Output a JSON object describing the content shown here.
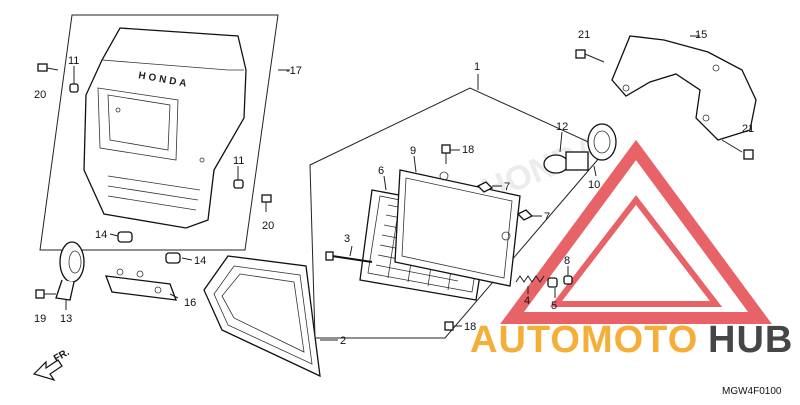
{
  "diagram": {
    "code": "MGW4F0100",
    "direction_label": "FR.",
    "housing_emboss": "HONDA",
    "watermark_wordmark": "HONDA",
    "callouts": [
      {
        "id": "c1",
        "label": "1"
      },
      {
        "id": "c2",
        "label": "2"
      },
      {
        "id": "c3",
        "label": "3"
      },
      {
        "id": "c4",
        "label": "4"
      },
      {
        "id": "c5",
        "label": "5"
      },
      {
        "id": "c6",
        "label": "6"
      },
      {
        "id": "c7a",
        "label": "7"
      },
      {
        "id": "c7b",
        "label": "7"
      },
      {
        "id": "c8",
        "label": "8"
      },
      {
        "id": "c9",
        "label": "9"
      },
      {
        "id": "c10",
        "label": "10"
      },
      {
        "id": "c11a",
        "label": "11"
      },
      {
        "id": "c11b",
        "label": "11"
      },
      {
        "id": "c12",
        "label": "12"
      },
      {
        "id": "c13",
        "label": "13"
      },
      {
        "id": "c14a",
        "label": "14"
      },
      {
        "id": "c14b",
        "label": "14"
      },
      {
        "id": "c15",
        "label": "15"
      },
      {
        "id": "c16",
        "label": "16"
      },
      {
        "id": "c17",
        "label": "-17"
      },
      {
        "id": "c18a",
        "label": "18"
      },
      {
        "id": "c18b",
        "label": "18"
      },
      {
        "id": "c19",
        "label": "19"
      },
      {
        "id": "c20a",
        "label": "20"
      },
      {
        "id": "c20b",
        "label": "20"
      },
      {
        "id": "c21a",
        "label": "21"
      },
      {
        "id": "c21b",
        "label": "21"
      }
    ]
  },
  "watermark": {
    "part1": "AUTOMOTO",
    "part2": "HUB",
    "color_orange": "#f5a623",
    "color_dark": "#333333",
    "triangle_color": "#e5484d"
  }
}
